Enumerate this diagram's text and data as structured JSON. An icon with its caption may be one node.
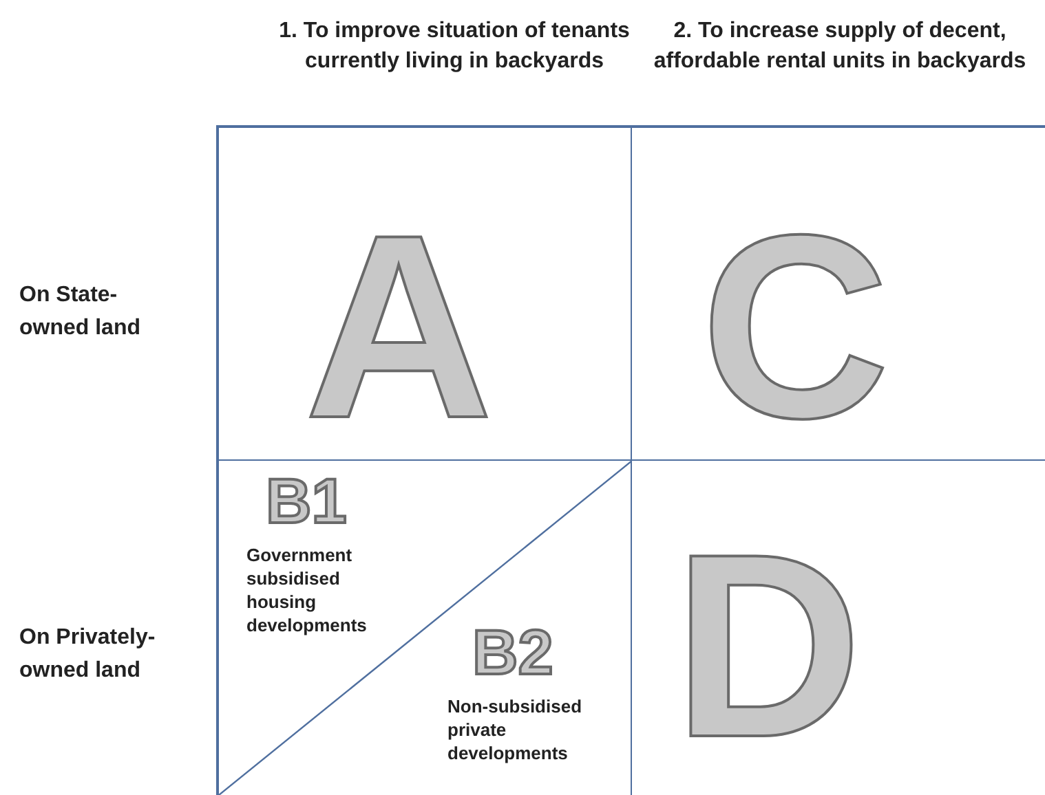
{
  "diagram": {
    "nodes": [
      {
        "text": [
          "A"
        ]
      },
      {
        "text": [
          "C"
        ]
      },
      {
        "text": [],
        "shape": "box"
      },
      {
        "text": [
          "B1",
          "Government subsidised housing developments"
        ],
        "in": 2
      },
      {
        "text": [
          "B2",
          "Non-subsidised private developments"
        ],
        "in": 2
      },
      {
        "text": [
          "D"
        ]
      }
    ],
    "labels": [
      "1. To improve situation of tenants currently living in backyards",
      "2. To increase supply of decent, affordable rental units in backyards",
      "On State-owned land",
      "On Privately-owned land"
    ]
  }
}
